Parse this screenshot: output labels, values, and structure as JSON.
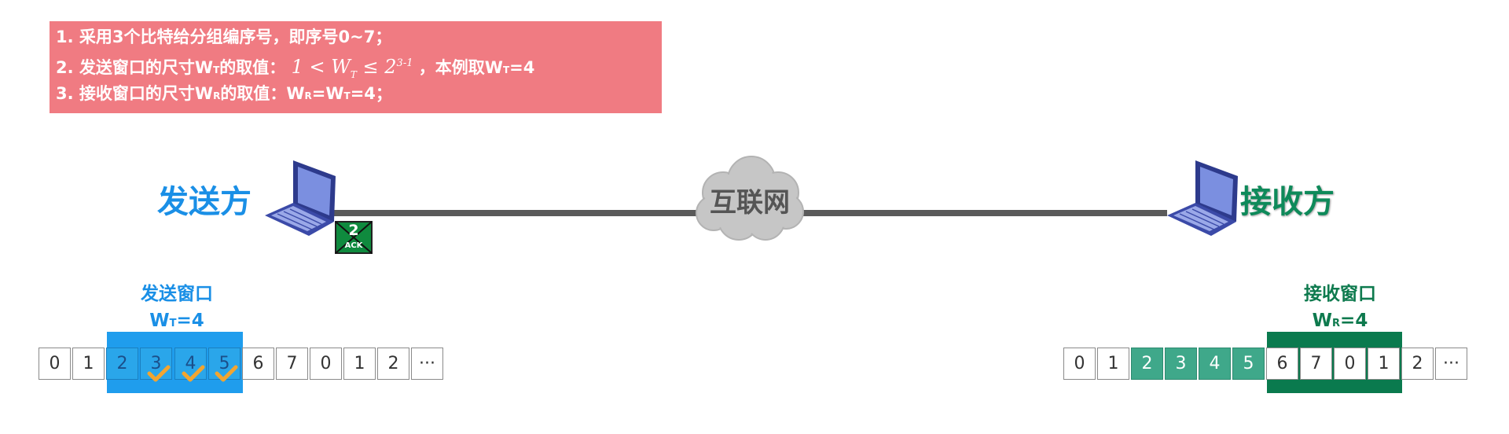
{
  "info_box": {
    "line1": "1. 采用3个比特给分组编序号，即序号0~7；",
    "line2_prefix": "2. 发送窗口的尺寸W",
    "line2_sub": "T",
    "line2_mid": "的取值：",
    "line2_formula_1": "1 < W",
    "line2_formula_sub": "T",
    "line2_formula_le": " ≤ 2",
    "line2_formula_sup": "3-1",
    "line2_suffix_a": "，本例取W",
    "line2_suffix_sub": "T",
    "line2_suffix_b": "=4",
    "line3_a": "3. 接收窗口的尺寸W",
    "line3_sub_r": "R",
    "line3_b": "的取值：W",
    "line3_sub_r2": "R",
    "line3_c": "=W",
    "line3_sub_t": "T",
    "line3_d": "=4；"
  },
  "sender": {
    "label": "发送方",
    "window_title": "发送窗口",
    "window_size_prefix": "W",
    "window_size_sub": "T",
    "window_size_suffix": "=4"
  },
  "receiver": {
    "label": "接收方",
    "window_title": "接收窗口",
    "window_size_prefix": "W",
    "window_size_sub": "R",
    "window_size_suffix": "=4"
  },
  "cloud": {
    "label": "互联网"
  },
  "ack_packet": {
    "number": "2",
    "label": "ACK"
  },
  "sender_sequence": [
    "0",
    "1",
    "2",
    "3",
    "4",
    "5",
    "6",
    "7",
    "0",
    "1",
    "2",
    "···"
  ],
  "receiver_sequence": [
    "0",
    "1",
    "2",
    "3",
    "4",
    "5",
    "6",
    "7",
    "0",
    "1",
    "2",
    "···"
  ],
  "colors": {
    "info_box": "#f07b82",
    "sender": "#1a8fe6",
    "receiver": "#0e8a5a",
    "send_window": "#1f9ded",
    "recv_window": "#0a7a4e",
    "received_cells": "#3fa88a",
    "check": "#f2a530"
  }
}
